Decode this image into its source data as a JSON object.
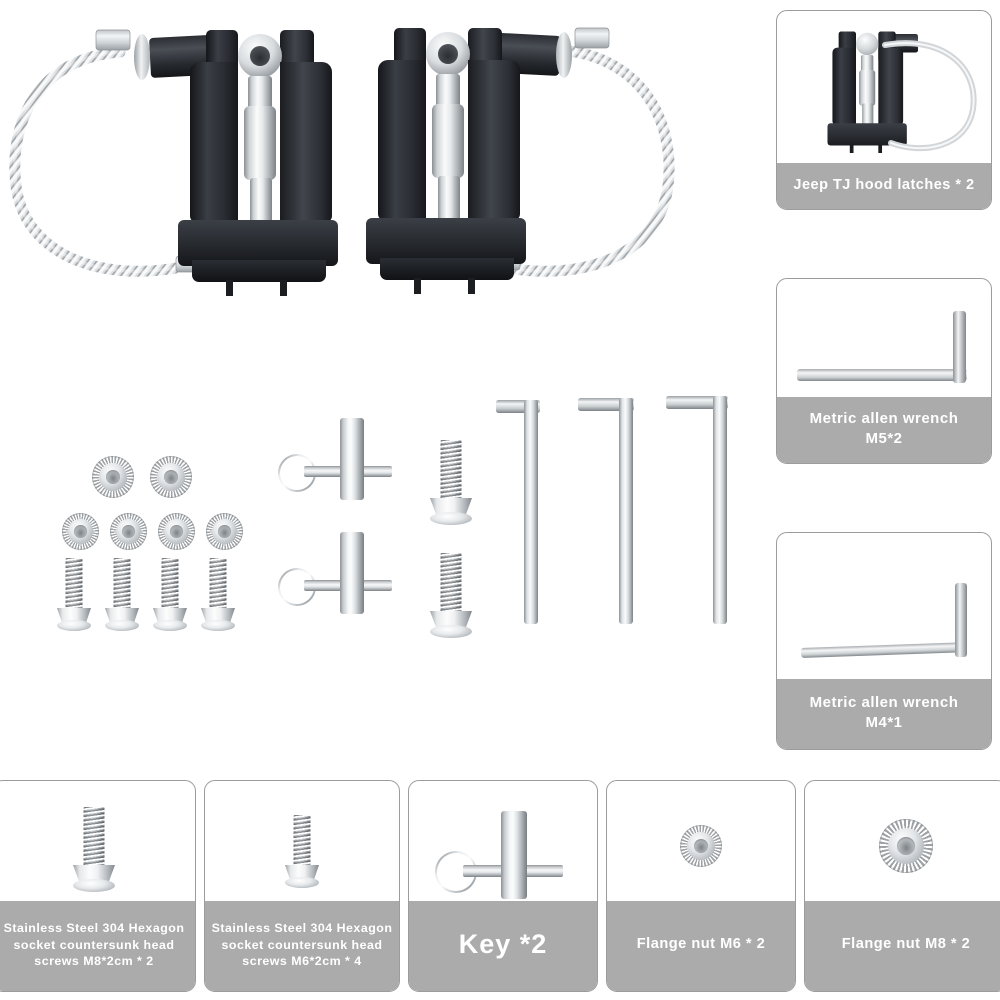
{
  "page": {
    "title": "Jeep TJ hood latch kit contents",
    "background_color": "#ffffff",
    "caption_bar_color": "#ababab",
    "caption_text_color": "#ffffff",
    "panel_border_color": "#9c9c9c"
  },
  "side_panels": [
    {
      "id": "latch",
      "name": "jeep-tj-hood-latches",
      "caption_lines": [
        "Jeep TJ hood latches * 2"
      ],
      "item": "hood latch assembly",
      "quantity": 2
    },
    {
      "id": "m5",
      "name": "metric-allen-wrench-m5",
      "caption_lines": [
        "Metric allen wrench",
        "M5*2"
      ],
      "item": "allen wrench M5",
      "quantity": 2
    },
    {
      "id": "m4",
      "name": "metric-allen-wrench-m4",
      "caption_lines": [
        "Metric allen wrench",
        "M4*1"
      ],
      "item": "allen wrench M4",
      "quantity": 1
    }
  ],
  "bottom_panels": [
    {
      "id": "b1",
      "name": "hex-socket-countersunk-screw-m8",
      "caption_lines": [
        "Stainless Steel 304 Hexagon",
        "socket countersunk head",
        "screws M8*2cm  * 2"
      ],
      "item": "countersunk screw M8*2cm",
      "quantity": 2
    },
    {
      "id": "b2",
      "name": "hex-socket-countersunk-screw-m6",
      "caption_lines": [
        "Stainless Steel 304 Hexagon",
        "socket countersunk head",
        "screws M6*2cm * 4"
      ],
      "item": "countersunk screw M6*2cm",
      "quantity": 4
    },
    {
      "id": "b3",
      "name": "key",
      "caption_lines": [
        "Key *2"
      ],
      "item": "key",
      "quantity": 2
    },
    {
      "id": "b4",
      "name": "flange-nut-m6",
      "caption_lines": [
        "Flange nut M6 * 2"
      ],
      "item": "flange nut M6",
      "quantity": 2
    },
    {
      "id": "b5",
      "name": "flange-nut-m8",
      "caption_lines": [
        "Flange nut M8 * 2"
      ],
      "item": "flange nut M8",
      "quantity": 2
    }
  ],
  "main_layout": {
    "hood_latches": 2,
    "flange_nuts_m8": 2,
    "flange_nuts_m6": 4,
    "screws_m6": 4,
    "screws_m8": 2,
    "keys": 2,
    "allen_wrenches": 3
  }
}
